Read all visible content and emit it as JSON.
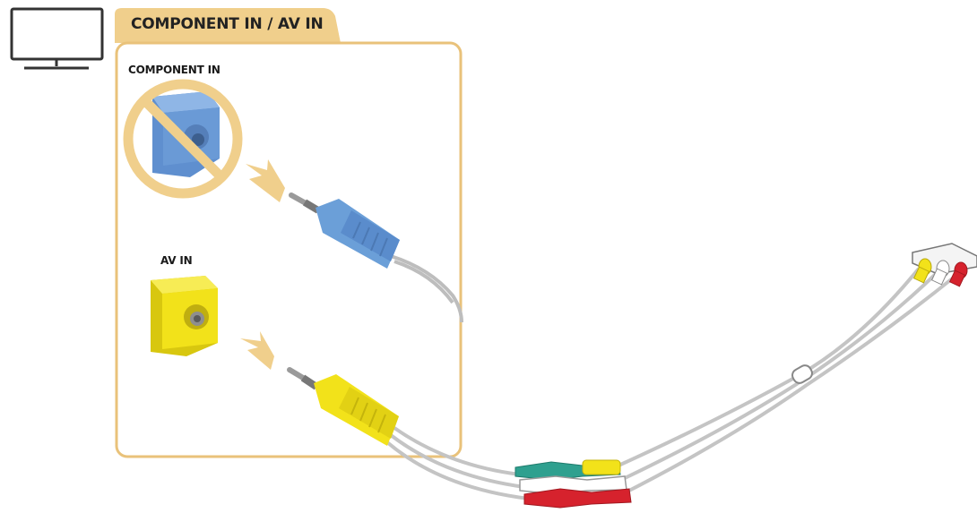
{
  "panel": {
    "title": "COMPONENT IN / AV IN",
    "component_label": "COMPONENT IN",
    "av_label": "AV IN"
  },
  "icons": {
    "tv": "tv-icon",
    "prohibited": "prohibited-icon",
    "arrow": "arrow-icon"
  },
  "colors": {
    "panel_border": "#e9c27a",
    "panel_tab": "#f0cf8c",
    "component_port": "#6a9ad6",
    "av_port": "#f2e21a",
    "prohibit_ring": "#f0cf8c",
    "arrow": "#f0cf8c",
    "plug_blue": "#6b9fd8",
    "plug_yellow": "#f2e21a",
    "plug_green": "#2fa08f",
    "plug_white": "#ffffff",
    "plug_red": "#d6222d",
    "cable": "#bdbdbd"
  }
}
